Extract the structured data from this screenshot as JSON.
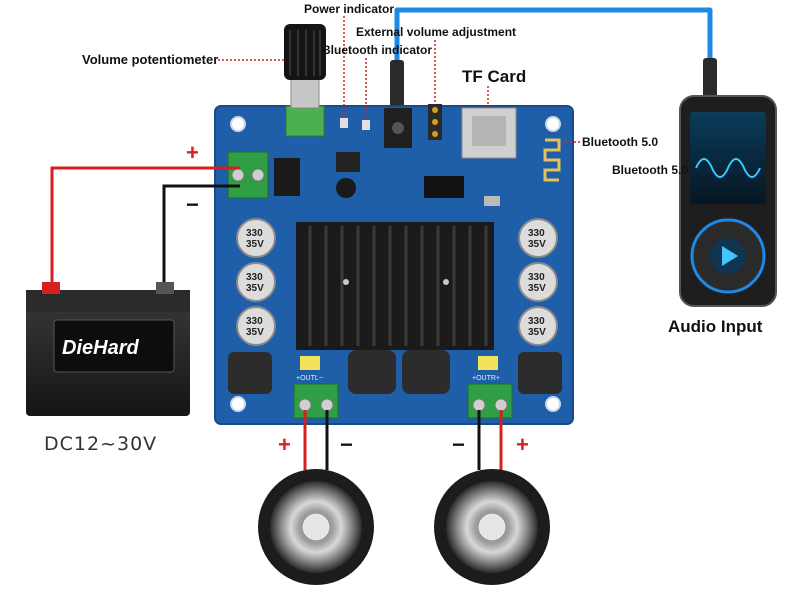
{
  "labels": {
    "volume_potentiometer": "Volume potentiometer",
    "power_indicator": "Power indicator",
    "external_volume": "External volume adjustment",
    "bluetooth_indicator": "Bluetooth indicator",
    "tf_card": "TF Card",
    "bluetooth_board": "Bluetooth 5.0",
    "bluetooth_player": "Bluetooth 5.0",
    "audio_input": "Audio Input",
    "dc_input": "DC12~30V"
  },
  "signs": {
    "battery_plus": "+",
    "battery_minus": "−",
    "left_plus": "+",
    "left_minus": "−",
    "right_minus": "−",
    "right_plus": "+"
  },
  "battery": {
    "brand": "DieHard"
  },
  "board": {
    "outl": "+OUTL−",
    "outr": "+OUTR+",
    "caps": [
      "330\n35V",
      "330\n35V",
      "330\n35V",
      "330\n35V",
      "330\n35V",
      "330\n35V"
    ]
  },
  "colors": {
    "pcb": "#1f5ea8",
    "wire_red": "#d62020",
    "wire_black": "#111111",
    "aux_cable": "#1e88e5",
    "terminal": "#2f9e44",
    "heatsink": "#1a1a1a"
  }
}
